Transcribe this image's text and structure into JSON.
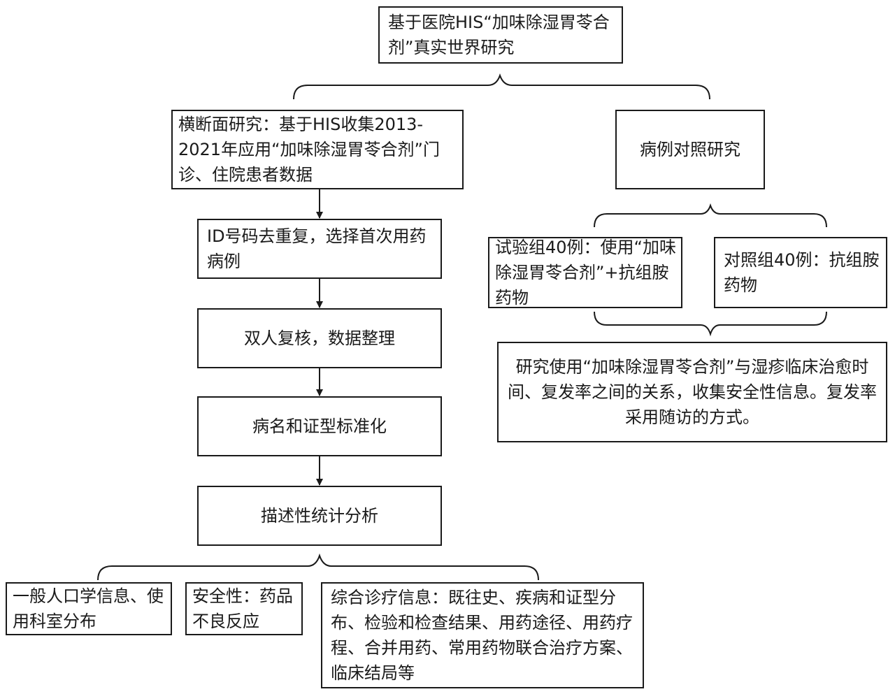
{
  "nodes": {
    "root": "基于医院HIS“加味除湿胃苓合剂”真实世界研究",
    "cross_sectional": "横断面研究：基于HIS收集2013-2021年应用“加味除湿胃苓合剂”门诊、住院患者数据",
    "dedup": "ID号码去重复，选择首次用药病例",
    "double_check": "双人复核，数据整理",
    "standardize": "病名和证型标准化",
    "descriptive": "描述性统计分析",
    "demographics": "一般人口学信息、使用科室分布",
    "safety": "安全性：药品不良反应",
    "clinical_info": "综合诊疗信息：既往史、疾病和证型分布、检验和检查结果、用药途径、用药疗程、合并用药、常用药物联合治疗方案、临床结局等",
    "case_control": "病例对照研究",
    "trial_group": "试验组40例：使用“加味除湿胃苓合剂”+抗组胺药物",
    "control_group": "对照组40例：抗组胺药物",
    "outcome": "研究使用“加味除湿胃苓合剂”与湿疹临床治愈时间、复发率之间的关系，收集安全性信息。复发率采用随访的方式。"
  }
}
